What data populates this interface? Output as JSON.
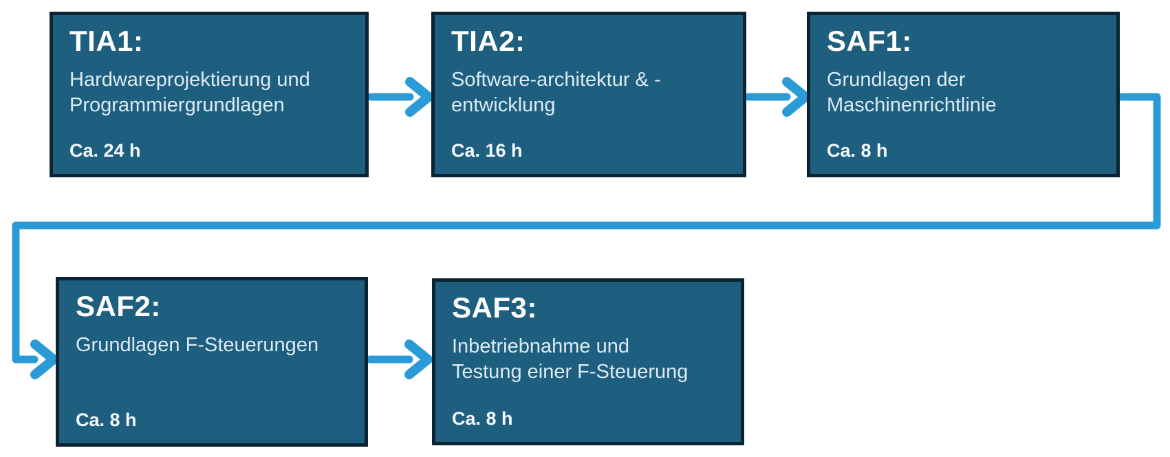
{
  "diagram": {
    "modules": [
      {
        "code": "TIA1:",
        "description": "Hardwareprojektierung und\nProgrammiergrundlagen",
        "duration": "Ca. 24 h"
      },
      {
        "code": "TIA2:",
        "description": "Software-architektur & -\nentwicklung",
        "duration": "Ca. 16 h"
      },
      {
        "code": "SAF1:",
        "description": "Grundlagen der\nMaschinenrichtlinie",
        "duration": "Ca. 8 h"
      },
      {
        "code": "SAF2:",
        "description": "Grundlagen F-Steuerungen",
        "duration": "Ca. 8 h"
      },
      {
        "code": "SAF3:",
        "description": "Inbetriebnahme und\nTestung einer F-Steuerung",
        "duration": "Ca. 8 h"
      }
    ],
    "colors": {
      "box_fill": "#1e5e7e",
      "box_border": "#0a2433",
      "arrow": "#2b9bd7",
      "title_text": "#ffffff",
      "description_text": "#dcebf3",
      "duration_text": "#f4f9fb",
      "background": "#ffffff"
    }
  }
}
